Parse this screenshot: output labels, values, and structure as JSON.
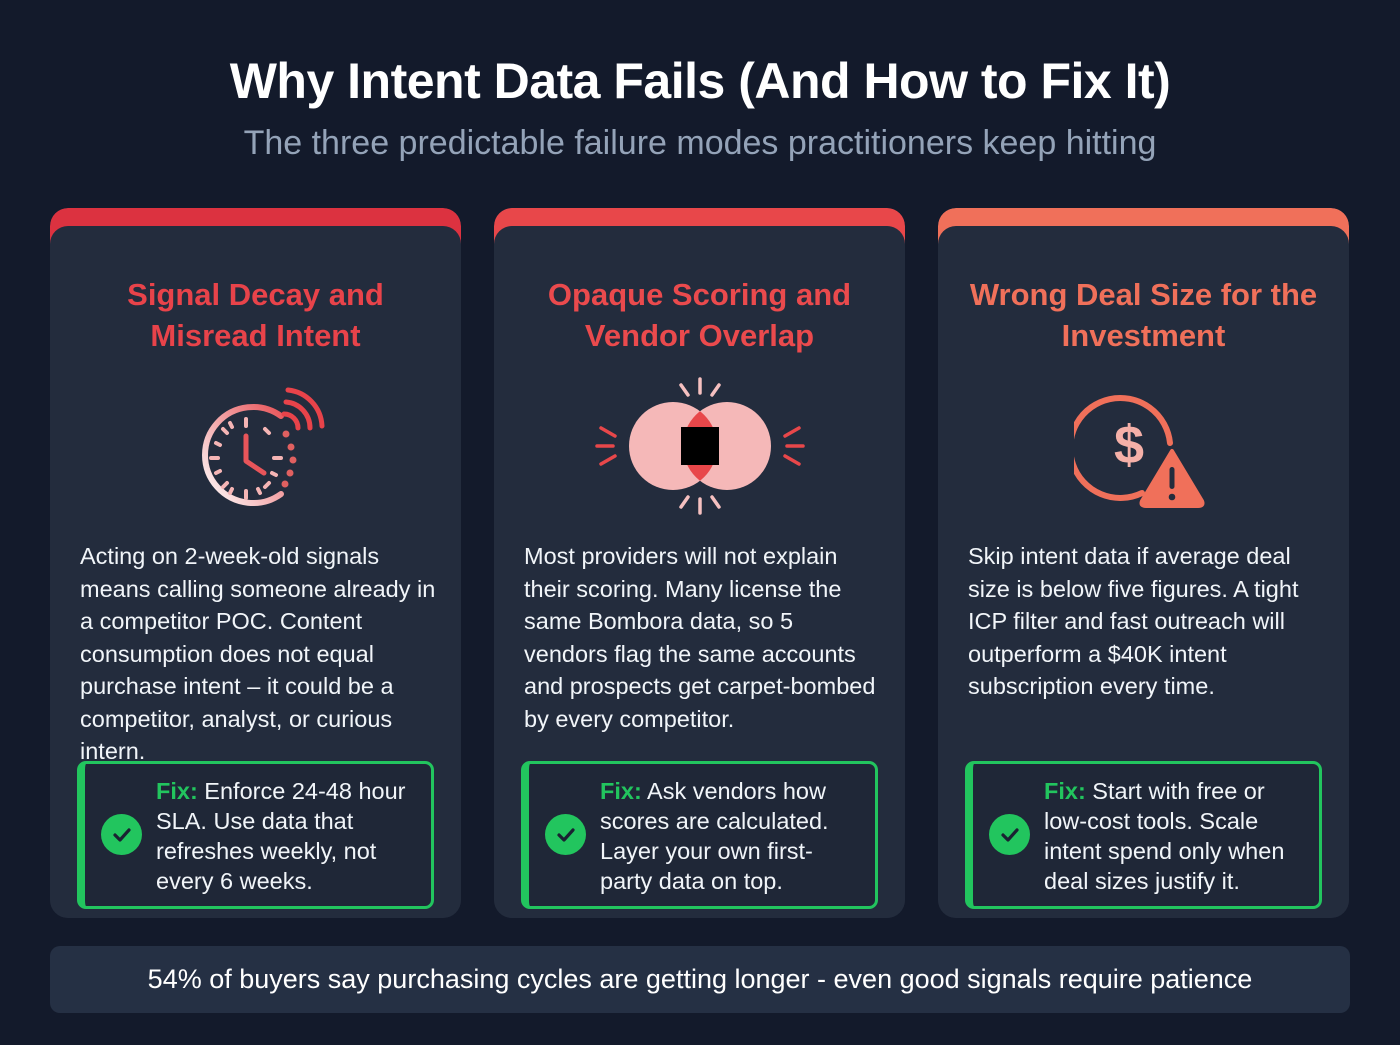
{
  "header": {
    "title": "Why Intent Data Fails (And How to Fix It)",
    "subtitle": "The three predictable failure modes practitioners keep hitting"
  },
  "colors": {
    "background": "#131a2b",
    "card": "#232c3d",
    "card1_accent": "#dc3240",
    "card2_accent": "#e8474a",
    "card3_accent": "#f0705a",
    "fix_green": "#22c55e",
    "subtitle": "#94a3b8"
  },
  "cards": [
    {
      "title": "Signal Decay and Misread Intent",
      "icon": "clock-signal-icon",
      "description": "Acting on 2-week-old signals means calling someone already in a competitor POC. Content consumption does not equal purchase intent – it could be a competitor, analyst, or curious intern.",
      "fix_label": "Fix:",
      "fix_text": " Enforce 24-48 hour SLA. Use data that refreshes weekly, not every 6 weeks."
    },
    {
      "title": "Opaque Scoring and Vendor Overlap",
      "icon": "venn-overlap-icon",
      "description": "Most providers will not explain their scoring. Many license the same Bombora data, so 5 vendors flag the same accounts and prospects get carpet-bombed by every competitor.",
      "fix_label": "Fix:",
      "fix_text": " Ask vendors how scores are calculated. Layer your own first-party data on top."
    },
    {
      "title": "Wrong Deal Size for the Investment",
      "icon": "dollar-warning-icon",
      "description": "Skip intent data if average deal size is below five figures. A tight ICP filter and fast outreach will outperform a $40K intent subscription every time.",
      "fix_label": "Fix:",
      "fix_text": " Start with free or low-cost tools. Scale intent spend only when deal sizes justify it."
    }
  ],
  "footer": {
    "text": "54% of buyers say purchasing cycles are getting longer - even good signals require patience"
  }
}
